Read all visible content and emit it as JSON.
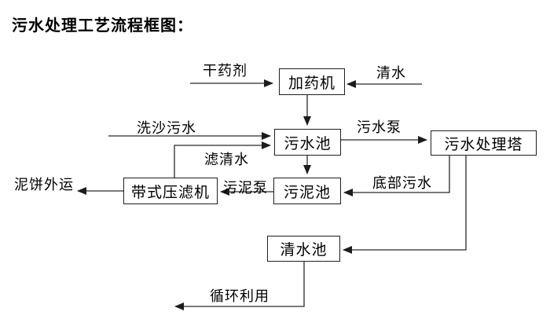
{
  "title": "污水处理工艺流程框图：",
  "diagram": {
    "nodes": {
      "dosing_machine": "加药机",
      "sewage_pool": "污水池",
      "treatment_tower": "污水处理塔",
      "belt_filter_press": "带式压滤机",
      "sludge_pool": "污泥池",
      "clean_water_pool": "清水池"
    },
    "flow_labels": {
      "dry_agent": "干药剂",
      "clean_water": "清水",
      "sand_washing_sewage": "洗沙污水",
      "filtered_water": "滤清水",
      "sewage_pump": "污水泵",
      "sludge_pump": "污泥泵",
      "bottom_sewage": "底部污水",
      "mud_cake_out": "泥饼外运",
      "recycle_use": "循环利用"
    },
    "colors": {
      "background": "#ffffff",
      "line": "#2a2a2a",
      "text": "#000000"
    }
  }
}
